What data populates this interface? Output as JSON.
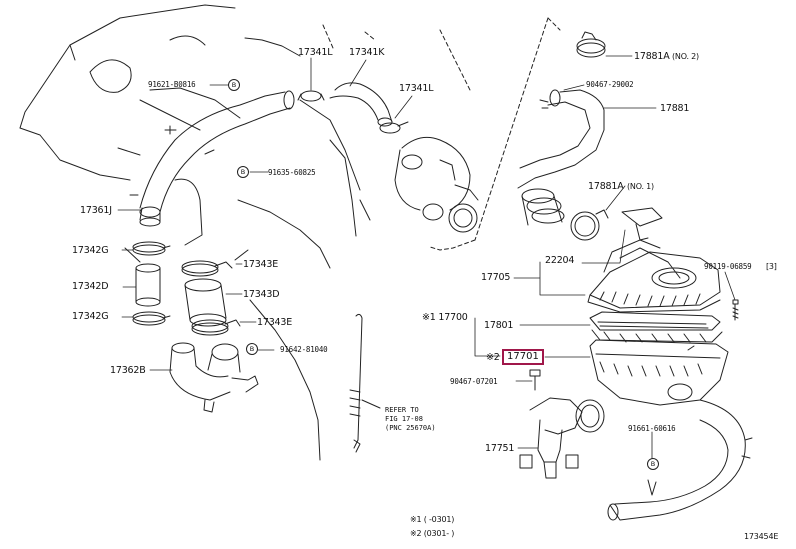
{
  "diagram_id": "173454E",
  "labels": {
    "p17341L_a": "17341L",
    "p17341K": "17341K",
    "p17341L_b": "17341L",
    "p91621": "91621-B0816",
    "p91635": "91635-60825",
    "p17361J": "17361J",
    "p17342G_a": "17342G",
    "p17343E_a": "17343E",
    "p17342D": "17342D",
    "p17343D": "17343D",
    "p17342G_b": "17342G",
    "p17343E_b": "17343E",
    "p91642": "91642-81040",
    "p17362B": "17362B",
    "p17881A_top": "17881A",
    "no2": "(NO. 2)",
    "p90467_29002": "90467-29002",
    "p17881": "17881",
    "p17881A_mid": "17881A",
    "no1": "(NO. 1)",
    "p22204": "22204",
    "p17705": "17705",
    "p90119": "90119-06859",
    "qty3": "[3]",
    "p17700": "※1 17700",
    "p17801": "17801",
    "star2": "※2",
    "p17701": "17701",
    "p90467_07201": "90467-07201",
    "p91661": "91661-60616",
    "p17751": "17751",
    "circle_b": "B"
  },
  "refer": {
    "l1": "REFER TO",
    "l2": "FIG 17-08",
    "l3": "(PNC 25670A)"
  },
  "notes": {
    "n1": "※1 (    -0301)",
    "n2": "※2 (0301-    )"
  },
  "highlight_color": "#a0174a"
}
